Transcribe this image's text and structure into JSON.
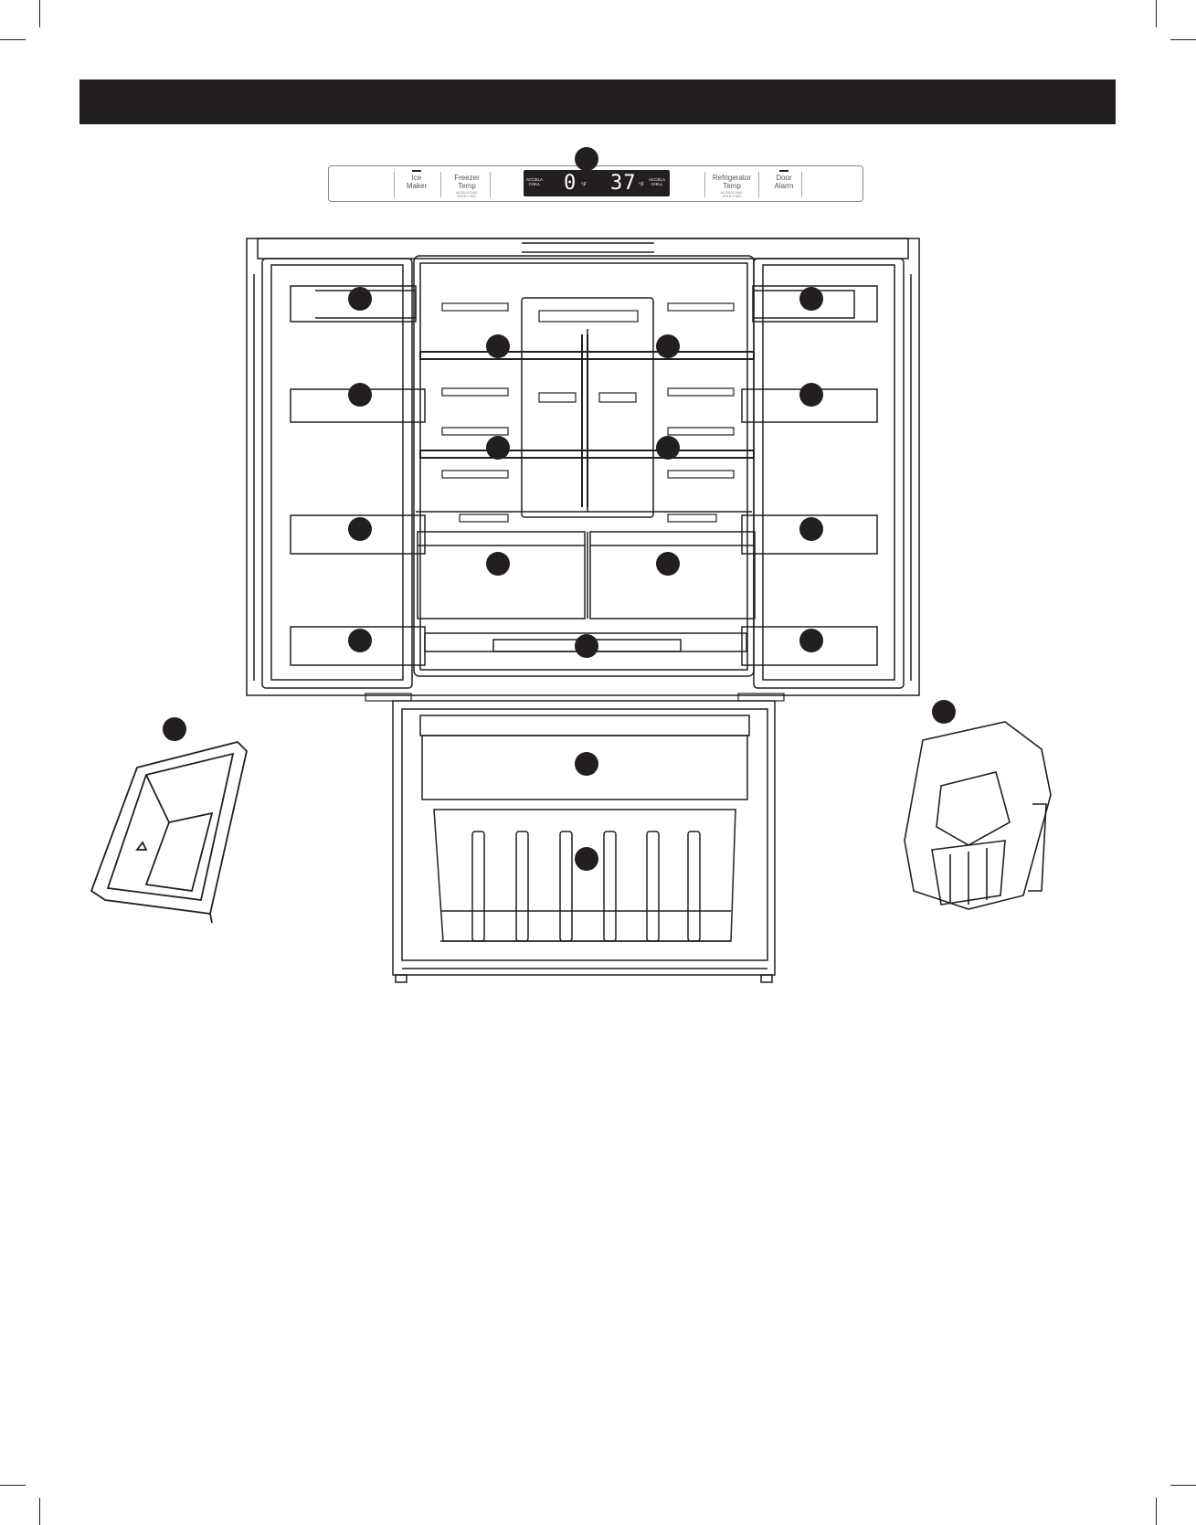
{
  "control_panel": {
    "ice_maker": {
      "line1": "Ice",
      "line2": "Maker"
    },
    "freezer_temp": {
      "line1": "Freezer",
      "line2": "Temp",
      "sub1": "ACCELA CHILL",
      "sub2": "HOLD 3 SEC"
    },
    "display": {
      "left_label1": "ACCELA",
      "left_label2": "CHILL",
      "freezer_value": "0",
      "freezer_unit": "°F",
      "fridge_value": "37",
      "fridge_unit": "°F",
      "right_label1": "ACCELA",
      "right_label2": "CHILL"
    },
    "refrigerator_temp": {
      "line1": "Refrigerator",
      "line2": "Temp",
      "sub1": "ACCELA CHILL",
      "sub2": "HOLD 3 SEC"
    },
    "door_alarm": {
      "line1": "Door",
      "line2": "Alarm"
    }
  },
  "colors": {
    "ink": "#231f20",
    "panel_border": "#888888"
  }
}
